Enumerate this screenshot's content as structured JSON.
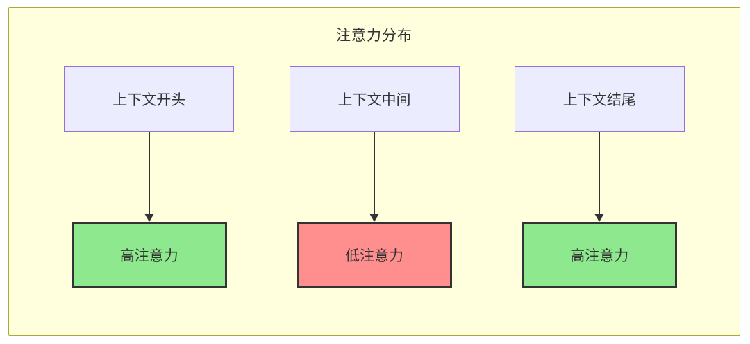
{
  "diagram": {
    "title": "注意力分布",
    "colors": {
      "container_bg": "#ffffde",
      "container_border": "#aaaa33",
      "context_node_bg": "#ececff",
      "context_node_border": "#9370db",
      "high_attention_bg": "#8ee88e",
      "low_attention_bg": "#ff8f8f",
      "result_node_border": "#333333",
      "arrow_color": "#333333",
      "text_color": "#333333"
    },
    "columns": [
      {
        "source": "上下文开头",
        "target": "高注意力",
        "level": "high"
      },
      {
        "source": "上下文中间",
        "target": "低注意力",
        "level": "low"
      },
      {
        "source": "上下文结尾",
        "target": "高注意力",
        "level": "high"
      }
    ]
  }
}
